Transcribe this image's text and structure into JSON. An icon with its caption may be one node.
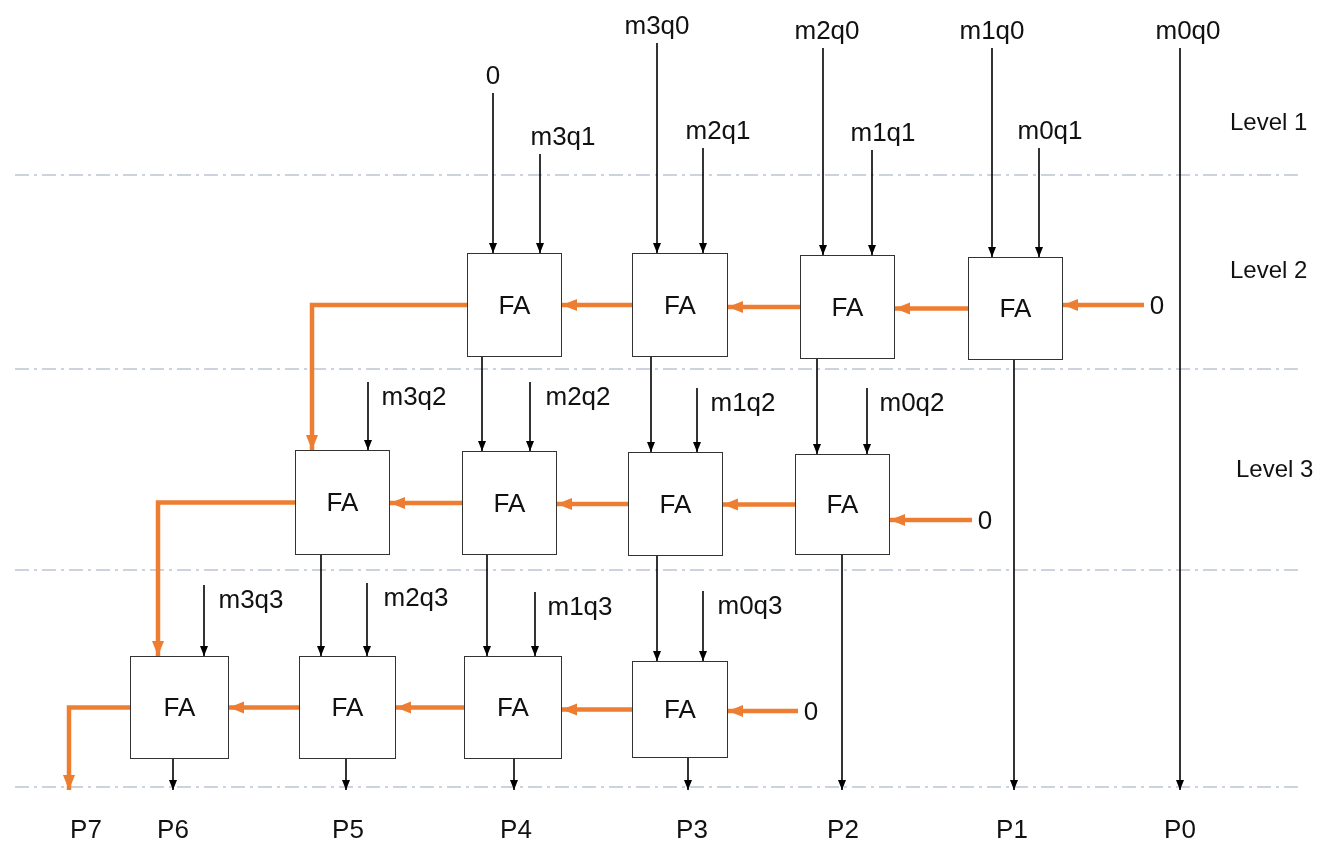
{
  "diagram": {
    "nodes": [
      {
        "text": [
          "m3q0"
        ]
      },
      {
        "text": [
          "m2q0"
        ]
      },
      {
        "text": [
          "m1q0"
        ]
      },
      {
        "text": [
          "m0q0"
        ]
      },
      {
        "text": [
          "0"
        ]
      },
      {
        "text": [
          "m3q1"
        ]
      },
      {
        "text": [
          "m2q1"
        ]
      },
      {
        "text": [
          "m1q1"
        ]
      },
      {
        "text": [
          "m0q1"
        ]
      },
      {
        "text": [
          "FA"
        ]
      },
      {
        "text": [
          "FA"
        ]
      },
      {
        "text": [
          "FA"
        ]
      },
      {
        "text": [
          "FA"
        ]
      },
      {
        "text": [
          "0"
        ]
      },
      {
        "text": [
          "m3q2"
        ]
      },
      {
        "text": [
          "m2q2"
        ]
      },
      {
        "text": [
          "m1q2"
        ]
      },
      {
        "text": [
          "m0q2"
        ]
      },
      {
        "text": [
          "FA"
        ]
      },
      {
        "text": [
          "FA"
        ]
      },
      {
        "text": [
          "FA"
        ]
      },
      {
        "text": [
          "FA"
        ]
      },
      {
        "text": [
          "0"
        ]
      },
      {
        "text": [
          "m3q3"
        ]
      },
      {
        "text": [
          "m2q3"
        ]
      },
      {
        "text": [
          "m1q3"
        ]
      },
      {
        "text": [
          "m0q3"
        ]
      },
      {
        "text": [
          "FA"
        ]
      },
      {
        "text": [
          "FA"
        ]
      },
      {
        "text": [
          "FA"
        ]
      },
      {
        "text": [
          "FA"
        ]
      },
      {
        "text": [
          "0"
        ]
      },
      {
        "text": [
          "P7"
        ]
      },
      {
        "text": [
          "P6"
        ]
      },
      {
        "text": [
          "P5"
        ]
      },
      {
        "text": [
          "P4"
        ]
      },
      {
        "text": [
          "P3"
        ]
      },
      {
        "text": [
          "P2"
        ]
      },
      {
        "text": [
          "P1"
        ]
      },
      {
        "text": [
          "P0"
        ]
      }
    ],
    "edges": [
      {
        "from": 0,
        "to": 10,
        "arrow": "to"
      },
      {
        "from": 1,
        "to": 11,
        "arrow": "to"
      },
      {
        "from": 2,
        "to": 12,
        "arrow": "to"
      },
      {
        "from": 3,
        "to": 39,
        "arrow": "to"
      },
      {
        "from": 4,
        "to": 9,
        "arrow": "to"
      },
      {
        "from": 5,
        "to": 9,
        "arrow": "to"
      },
      {
        "from": 6,
        "to": 10,
        "arrow": "to"
      },
      {
        "from": 7,
        "to": 11,
        "arrow": "to"
      },
      {
        "from": 8,
        "to": 12,
        "arrow": "to"
      },
      {
        "from": 13,
        "to": 12,
        "arrow": "to",
        "style": "thick",
        "color": "#ed7d31"
      },
      {
        "from": 12,
        "to": 11,
        "arrow": "to",
        "style": "thick",
        "color": "#ed7d31"
      },
      {
        "from": 11,
        "to": 10,
        "arrow": "to",
        "style": "thick",
        "color": "#ed7d31"
      },
      {
        "from": 10,
        "to": 9,
        "arrow": "to",
        "style": "thick",
        "color": "#ed7d31"
      },
      {
        "from": 9,
        "to": 18,
        "arrow": "to",
        "style": "thick",
        "color": "#ed7d31"
      },
      {
        "from": 9,
        "to": 19,
        "arrow": "to"
      },
      {
        "from": 10,
        "to": 20,
        "arrow": "to"
      },
      {
        "from": 11,
        "to": 21,
        "arrow": "to"
      },
      {
        "from": 12,
        "to": 38,
        "arrow": "to"
      },
      {
        "from": 14,
        "to": 18,
        "arrow": "to"
      },
      {
        "from": 15,
        "to": 19,
        "arrow": "to"
      },
      {
        "from": 16,
        "to": 20,
        "arrow": "to"
      },
      {
        "from": 17,
        "to": 21,
        "arrow": "to"
      },
      {
        "from": 22,
        "to": 21,
        "arrow": "to",
        "style": "thick",
        "color": "#ed7d31"
      },
      {
        "from": 21,
        "to": 20,
        "arrow": "to",
        "style": "thick",
        "color": "#ed7d31"
      },
      {
        "from": 20,
        "to": 19,
        "arrow": "to",
        "style": "thick",
        "color": "#ed7d31"
      },
      {
        "from": 19,
        "to": 18,
        "arrow": "to",
        "style": "thick",
        "color": "#ed7d31"
      },
      {
        "from": 18,
        "to": 27,
        "arrow": "to",
        "style": "thick",
        "color": "#ed7d31"
      },
      {
        "from": 18,
        "to": 28,
        "arrow": "to"
      },
      {
        "from": 19,
        "to": 29,
        "arrow": "to"
      },
      {
        "from": 20,
        "to": 30,
        "arrow": "to"
      },
      {
        "from": 21,
        "to": 37,
        "arrow": "to"
      },
      {
        "from": 23,
        "to": 27,
        "arrow": "to"
      },
      {
        "from": 24,
        "to": 28,
        "arrow": "to"
      },
      {
        "from": 25,
        "to": 29,
        "arrow": "to"
      },
      {
        "from": 26,
        "to": 30,
        "arrow": "to"
      },
      {
        "from": 31,
        "to": 30,
        "arrow": "to",
        "style": "thick",
        "color": "#ed7d31"
      },
      {
        "from": 30,
        "to": 29,
        "arrow": "to",
        "style": "thick",
        "color": "#ed7d31"
      },
      {
        "from": 29,
        "to": 28,
        "arrow": "to",
        "style": "thick",
        "color": "#ed7d31"
      },
      {
        "from": 28,
        "to": 27,
        "arrow": "to",
        "style": "thick",
        "color": "#ed7d31"
      },
      {
        "from": 27,
        "to": 32,
        "arrow": "to",
        "style": "thick",
        "color": "#ed7d31"
      },
      {
        "from": 27,
        "to": 33,
        "arrow": "to"
      },
      {
        "from": 28,
        "to": 34,
        "arrow": "to"
      },
      {
        "from": 29,
        "to": 35,
        "arrow": "to"
      },
      {
        "from": 30,
        "to": 36,
        "arrow": "to"
      }
    ],
    "labels": [
      "Level 1",
      "Level 2",
      "Level 3"
    ]
  }
}
